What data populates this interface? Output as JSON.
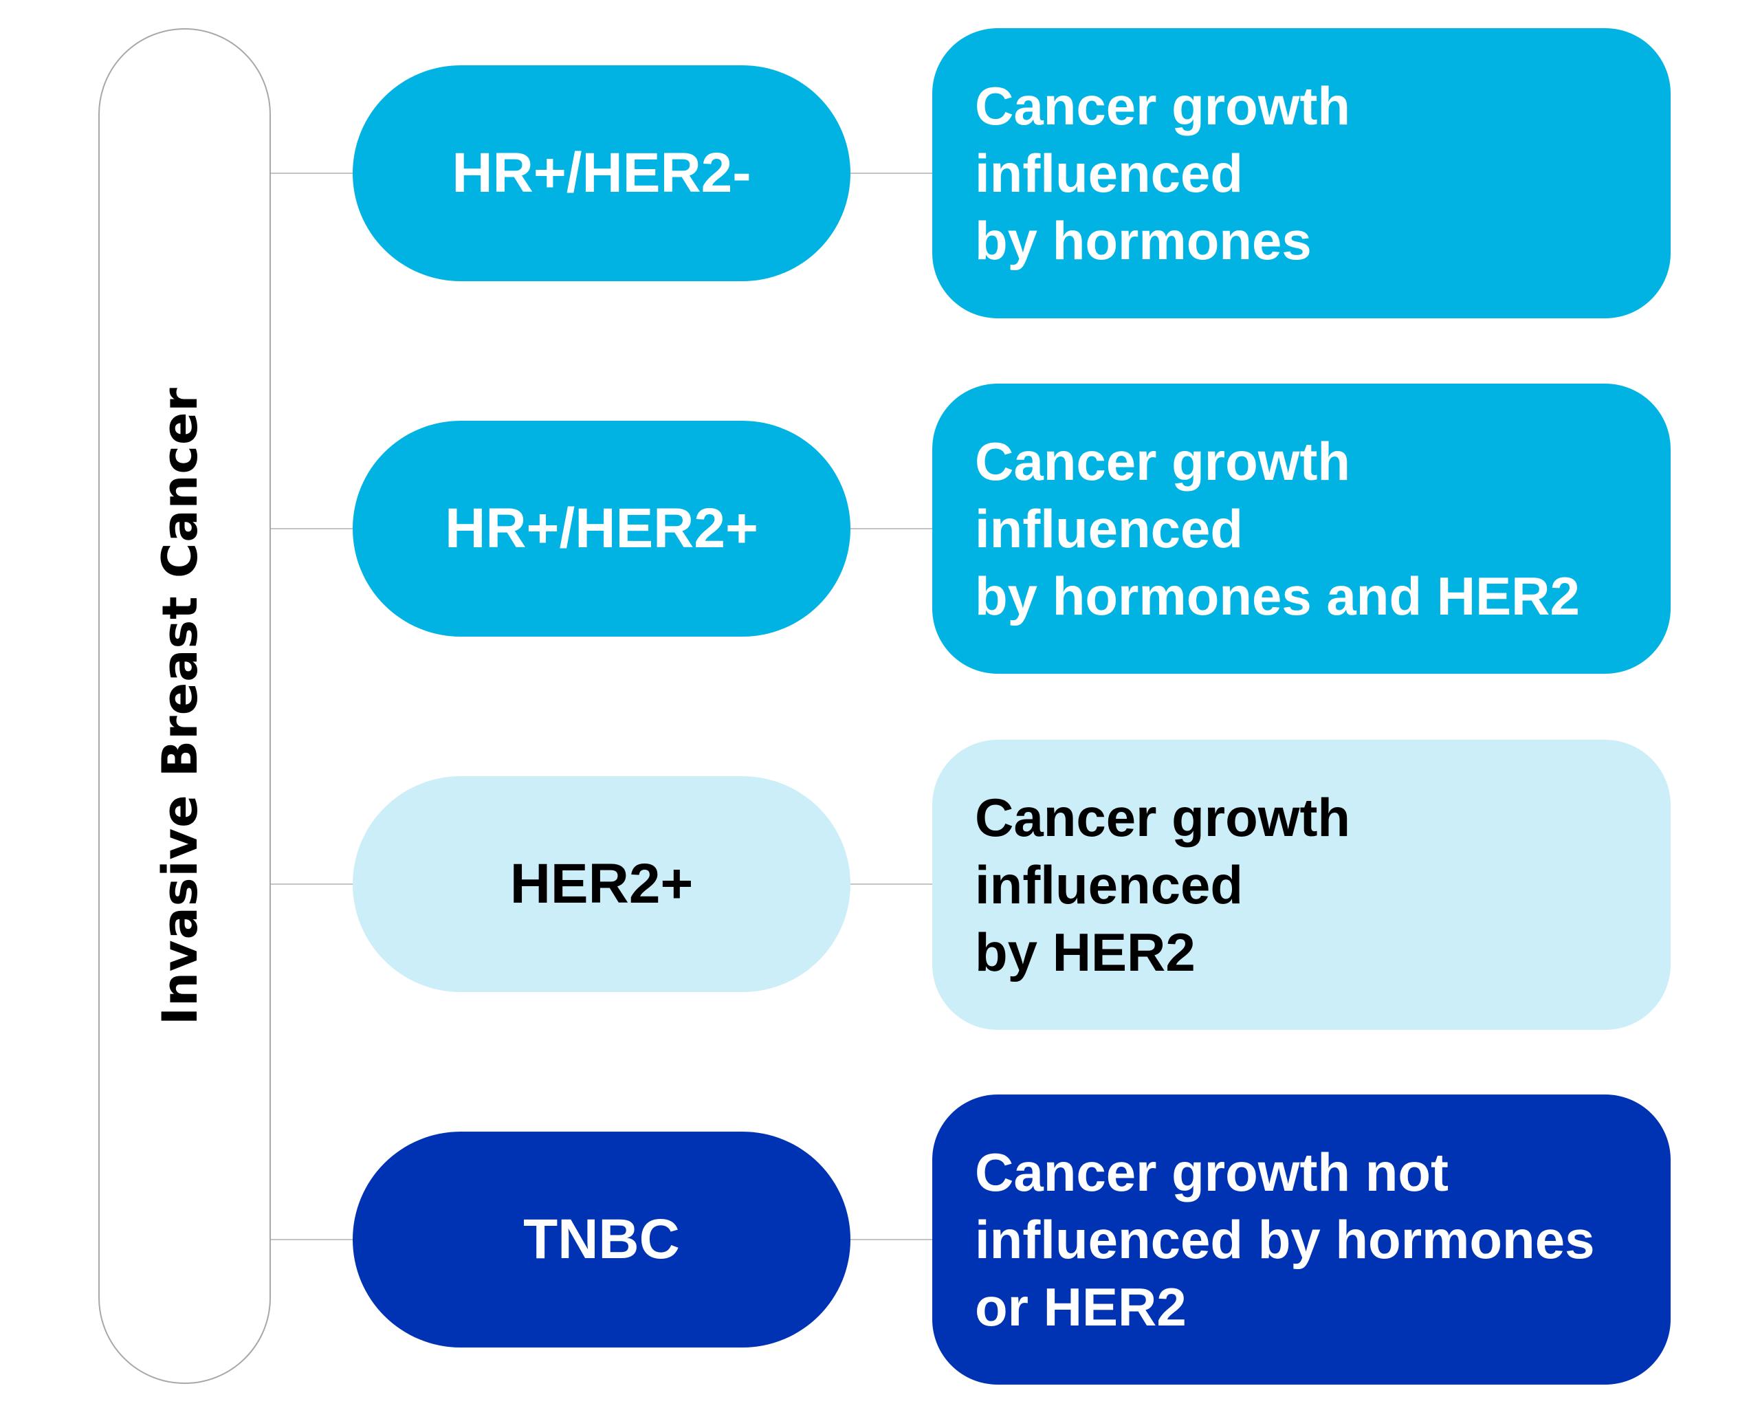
{
  "root": {
    "label": "Invasive Breast Cancer"
  },
  "subtypes": [
    {
      "label": "HR+/HER2-",
      "description": "Cancer growth influenced\nby hormones",
      "color": "#00B3E3"
    },
    {
      "label": "HR+/HER2+",
      "description": "Cancer growth influenced\nby hormones and HER2",
      "color": "#00B3E3"
    },
    {
      "label": "HER2+",
      "description": "Cancer growth influenced\nby HER2",
      "color": "#CCEEF8"
    },
    {
      "label": "TNBC",
      "description": "Cancer growth not\ninfluenced by hormones\nor HER2",
      "color": "#0033B4"
    }
  ]
}
